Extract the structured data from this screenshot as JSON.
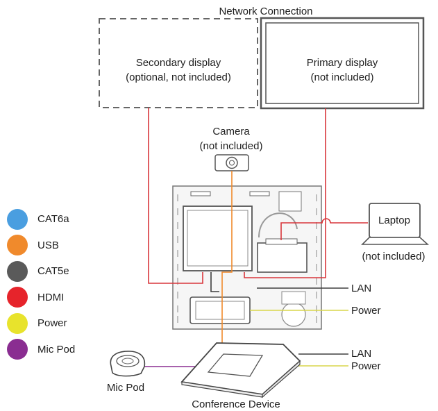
{
  "title": "Network Connection",
  "labels": {
    "secondary_display_line1": "Secondary display",
    "secondary_display_line2": "(optional, not included)",
    "primary_display_line1": "Primary display",
    "primary_display_line2": "(not included)",
    "camera_line1": "Camera",
    "camera_line2": "(not included)",
    "laptop": "Laptop",
    "laptop_note": "(not included)",
    "lan_upper": "LAN",
    "power_upper": "Power",
    "lan_lower": "LAN",
    "power_lower": "Power",
    "mic_pod": "Mic Pod",
    "conference_device": "Conference Device"
  },
  "legend": [
    {
      "label": "CAT6a",
      "color": "#4a9ee0"
    },
    {
      "label": "USB",
      "color": "#f08a2c"
    },
    {
      "label": "CAT5e",
      "color": "#5a5a5a"
    },
    {
      "label": "HDMI",
      "color": "#e6242b"
    },
    {
      "label": "Power",
      "color": "#e8e32c"
    },
    {
      "label": "Mic Pod",
      "color": "#8a2d91"
    }
  ],
  "colors": {
    "hdmi": "#d9363b",
    "usb": "#f08a2c",
    "cat5e": "#4a4a4a",
    "power": "#d8d54a",
    "micpod": "#8a2d91"
  }
}
